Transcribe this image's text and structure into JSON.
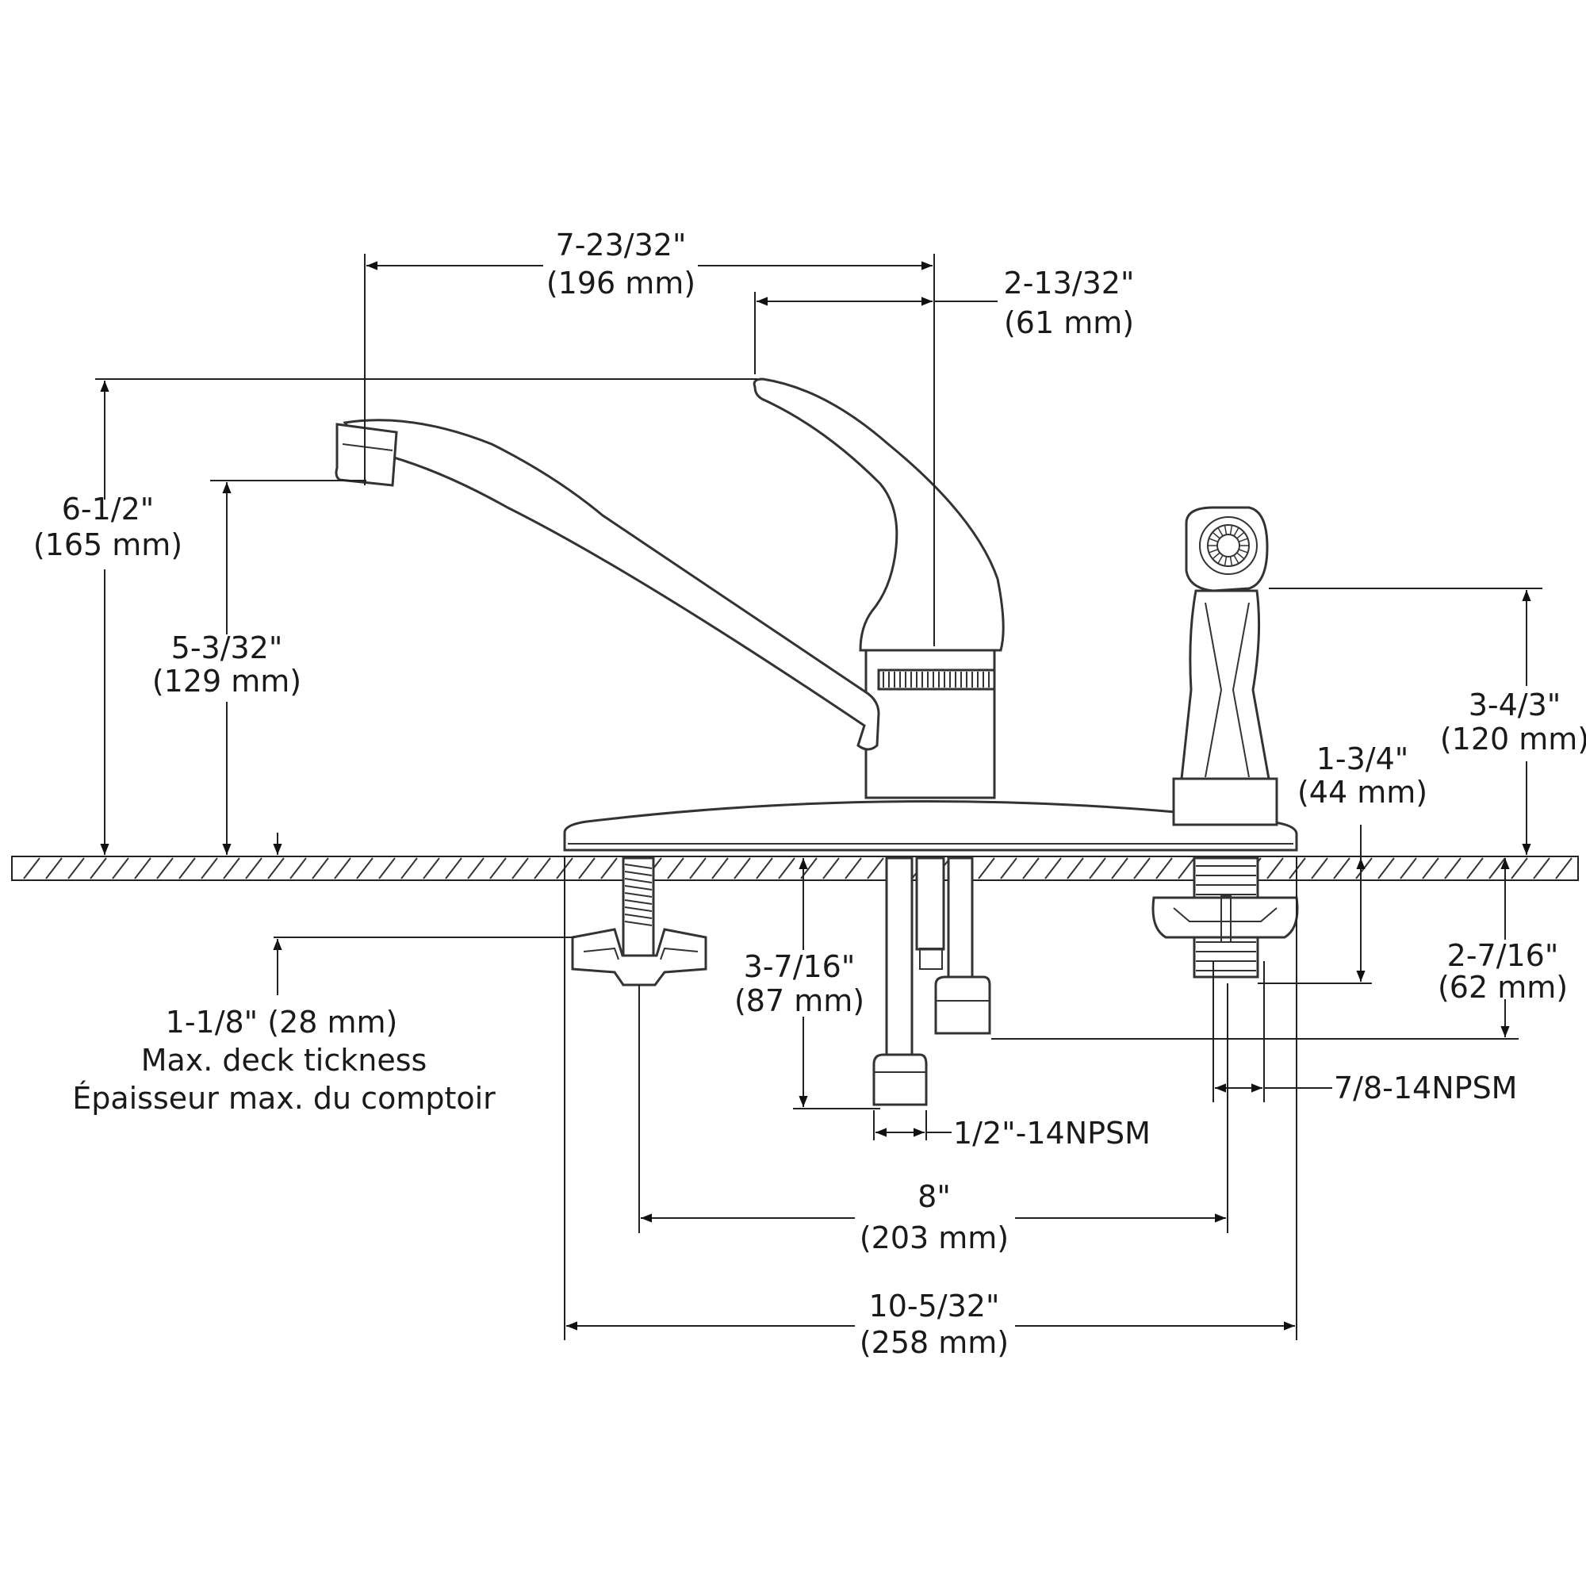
{
  "dimensions": {
    "spout_reach": {
      "imperial": "7-23/32\"",
      "metric": "(196 mm)"
    },
    "handle_offset": {
      "imperial": "2-13/32\"",
      "metric": "(61 mm)"
    },
    "overall_height": {
      "imperial": "6-1/2\"",
      "metric": "(165 mm)"
    },
    "spout_height": {
      "imperial": "5-3/32\"",
      "metric": "(129 mm)"
    },
    "spray_height": {
      "imperial": "3-4/3\"",
      "metric": "(120 mm)"
    },
    "spray_base": {
      "imperial": "1-3/4\"",
      "metric": "(44 mm)"
    },
    "supply_length": {
      "imperial": "3-7/16\"",
      "metric": "(87 mm)"
    },
    "hose_length": {
      "imperial": "2-7/16\"",
      "metric": "(62 mm)"
    },
    "deck_thickness": {
      "measure": "1-1/8\" (28 mm)",
      "note_en": "Max. deck tickness",
      "note_fr": "Épaisseur max. du comptoir"
    },
    "center_spacing": {
      "imperial": "8\"",
      "metric": "(203 mm)"
    },
    "overall_width": {
      "imperial": "10-5/32\"",
      "metric": "(258 mm)"
    },
    "supply_thread": "1/2\"-14NPSM",
    "spray_thread": "7/8-14NPSM"
  }
}
